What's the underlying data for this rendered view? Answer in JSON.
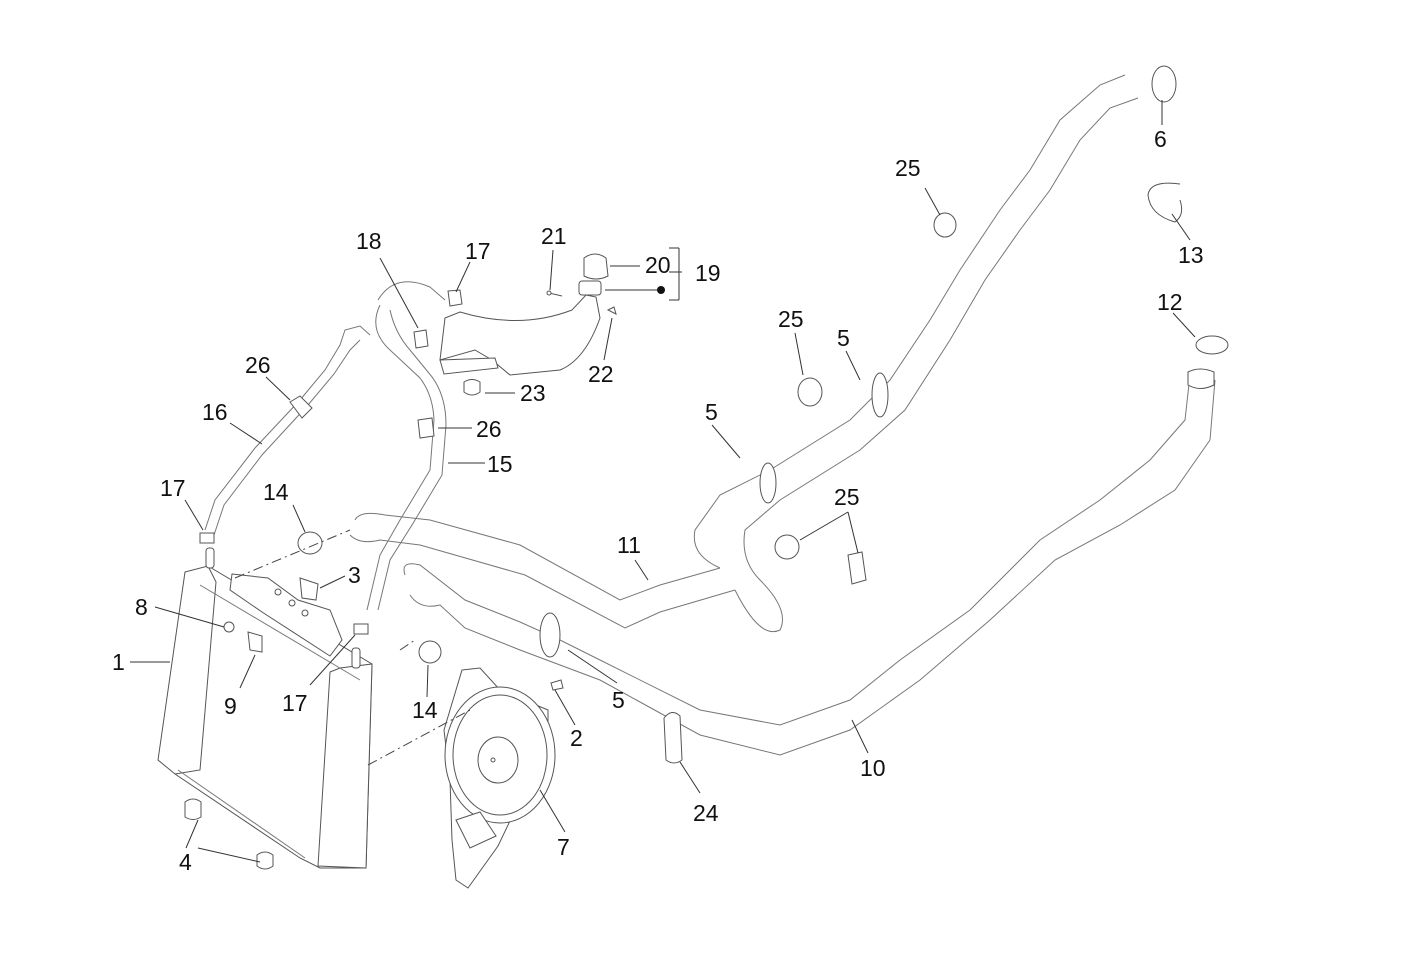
{
  "diagram": {
    "title": "Cooling system exploded parts view",
    "callouts": [
      {
        "id": "c1",
        "label": "1"
      },
      {
        "id": "c2",
        "label": "2"
      },
      {
        "id": "c3",
        "label": "3"
      },
      {
        "id": "c4",
        "label": "4"
      },
      {
        "id": "c5a",
        "label": "5"
      },
      {
        "id": "c5b",
        "label": "5"
      },
      {
        "id": "c5c",
        "label": "5"
      },
      {
        "id": "c6",
        "label": "6"
      },
      {
        "id": "c7",
        "label": "7"
      },
      {
        "id": "c8",
        "label": "8"
      },
      {
        "id": "c9",
        "label": "9"
      },
      {
        "id": "c10",
        "label": "10"
      },
      {
        "id": "c11",
        "label": "11"
      },
      {
        "id": "c12",
        "label": "12"
      },
      {
        "id": "c13",
        "label": "13"
      },
      {
        "id": "c14a",
        "label": "14"
      },
      {
        "id": "c14b",
        "label": "14"
      },
      {
        "id": "c15",
        "label": "15"
      },
      {
        "id": "c16",
        "label": "16"
      },
      {
        "id": "c17a",
        "label": "17"
      },
      {
        "id": "c17b",
        "label": "17"
      },
      {
        "id": "c17c",
        "label": "17"
      },
      {
        "id": "c18",
        "label": "18"
      },
      {
        "id": "c19",
        "label": "19"
      },
      {
        "id": "c20",
        "label": "20"
      },
      {
        "id": "c21",
        "label": "21"
      },
      {
        "id": "c22",
        "label": "22"
      },
      {
        "id": "c23",
        "label": "23"
      },
      {
        "id": "c24",
        "label": "24"
      },
      {
        "id": "c25a",
        "label": "25"
      },
      {
        "id": "c25b",
        "label": "25"
      },
      {
        "id": "c25c",
        "label": "25"
      },
      {
        "id": "c26a",
        "label": "26"
      },
      {
        "id": "c26b",
        "label": "26"
      }
    ]
  }
}
